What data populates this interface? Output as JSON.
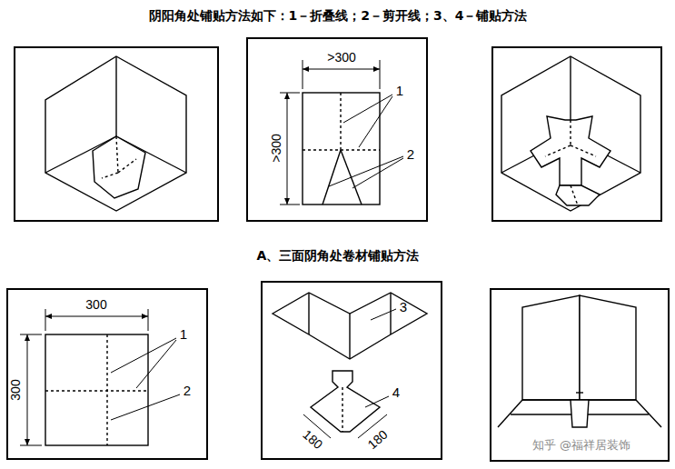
{
  "diagram": {
    "title": "阴阳角处铺贴方法如下：1－折叠线；2－剪开线；3、4－铺贴方法",
    "caption": "A、三面阴角处卷材铺贴方法",
    "labels": [
      ">300",
      ">300",
      "1",
      "2",
      "300",
      "300",
      "1",
      "2",
      "3",
      "4",
      "180",
      "180",
      "知乎 @福祥居装饰"
    ]
  }
}
